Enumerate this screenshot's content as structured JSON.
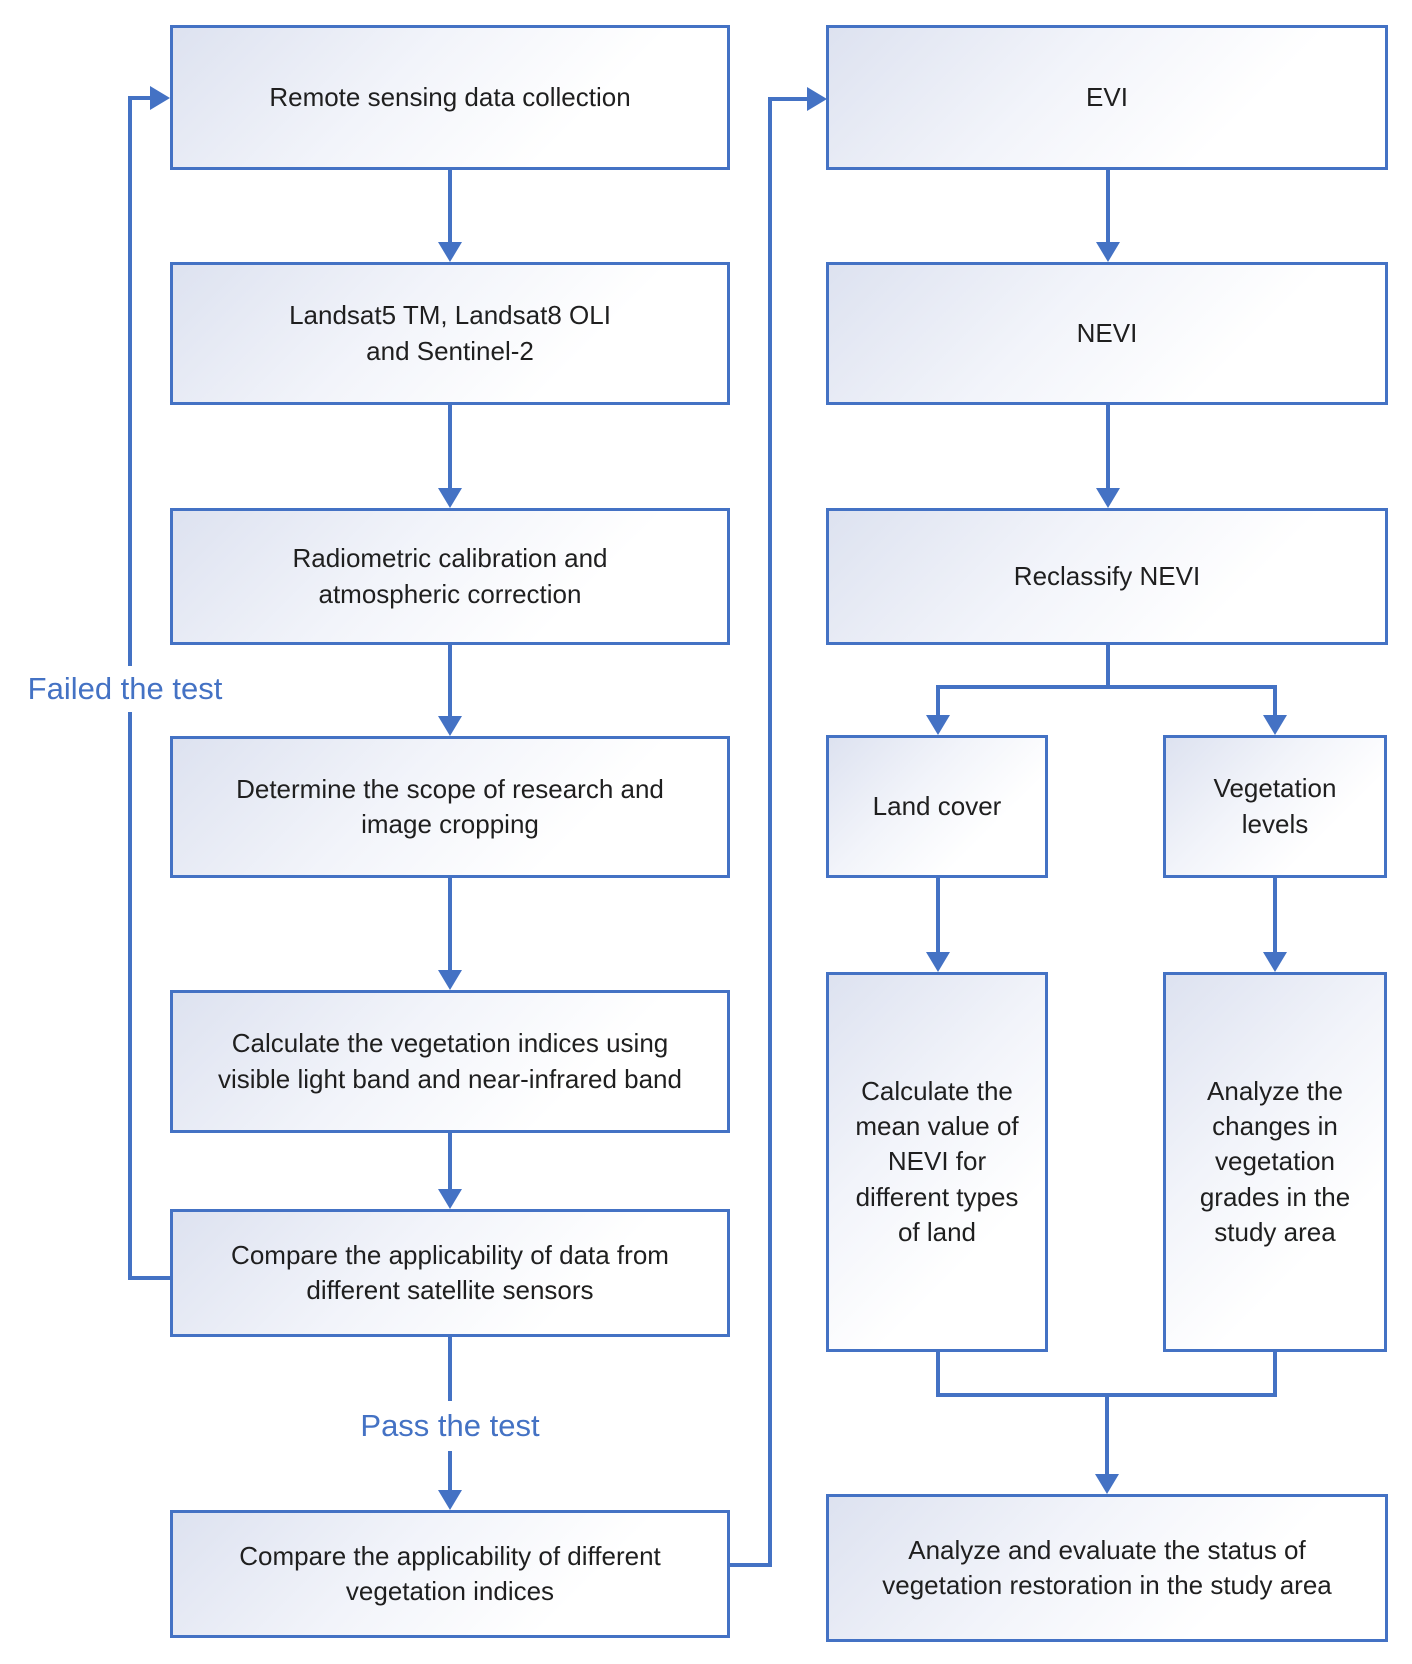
{
  "colors": {
    "accent_blue": "#4472c4",
    "box_fill_tint": "#dde2f0",
    "text_color": "#1f1f1f"
  },
  "edge_labels": {
    "failed": "Failed the test",
    "pass": "Pass the test"
  },
  "nodes": {
    "remote_sensing": {
      "text": "Remote sensing data collection"
    },
    "landsat": {
      "text": "Landsat5 TM, Landsat8 OLI\nand Sentinel-2"
    },
    "radiometric": {
      "text": "Radiometric calibration and\natmospheric correction"
    },
    "scope": {
      "text": "Determine the scope of research and\nimage cropping"
    },
    "calc_indices": {
      "text": "Calculate the vegetation indices  using\nvisible light band and near-infrared band"
    },
    "compare_sensors": {
      "text": "Compare the applicability of data from\ndifferent satellite sensors"
    },
    "compare_indices": {
      "text": "Compare the applicability of different\nvegetation indices"
    },
    "evi": {
      "text": "EVI"
    },
    "nevi": {
      "text": "NEVI"
    },
    "reclassify": {
      "text": "Reclassify NEVI"
    },
    "land_cover": {
      "text": "Land cover"
    },
    "vegetation_levels": {
      "text": "Vegetation\nlevels"
    },
    "calc_mean": {
      "text": "Calculate the\nmean value of\nNEVI for\ndifferent types\nof land"
    },
    "analyze_changes": {
      "text": "Analyze the\nchanges in\nvegetation\ngrades in the\nstudy area"
    },
    "final": {
      "text": "Analyze and evaluate the status of\nvegetation restoration in the study area"
    }
  }
}
